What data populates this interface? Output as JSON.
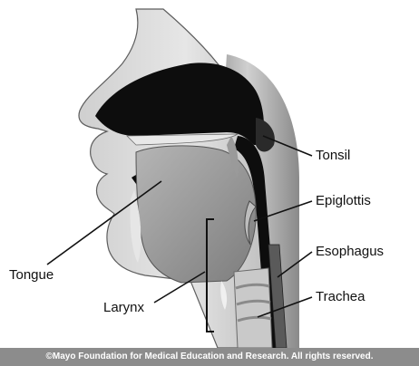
{
  "labels": {
    "tonsil": "Tonsil",
    "epiglottis": "Epiglottis",
    "esophagus": "Esophagus",
    "trachea": "Trachea",
    "tongue": "Tongue",
    "larynx": "Larynx"
  },
  "copyright": "©Mayo Foundation for Medical Education and Research. All rights reserved.",
  "colors": {
    "cavity": "#0d0d0d",
    "tissue_light": "#d9d9d9",
    "tissue_mid": "#a8a8a8",
    "tissue_dark": "#6e6e6e",
    "line": "#111111",
    "footer": "#8c8c8c"
  }
}
